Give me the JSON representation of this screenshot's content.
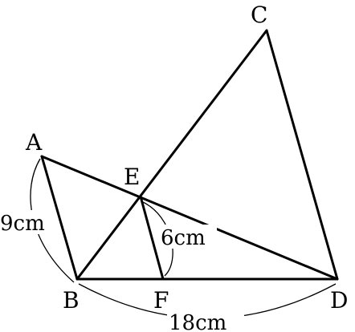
{
  "points": {
    "A": "A",
    "B": "B",
    "C": "C",
    "D": "D",
    "E": "E",
    "F": "F"
  },
  "lengths": {
    "AB": "9cm",
    "EF": "6cm",
    "BD": "18cm"
  },
  "colors": {
    "line": "#000000",
    "background": "#ffffff"
  }
}
